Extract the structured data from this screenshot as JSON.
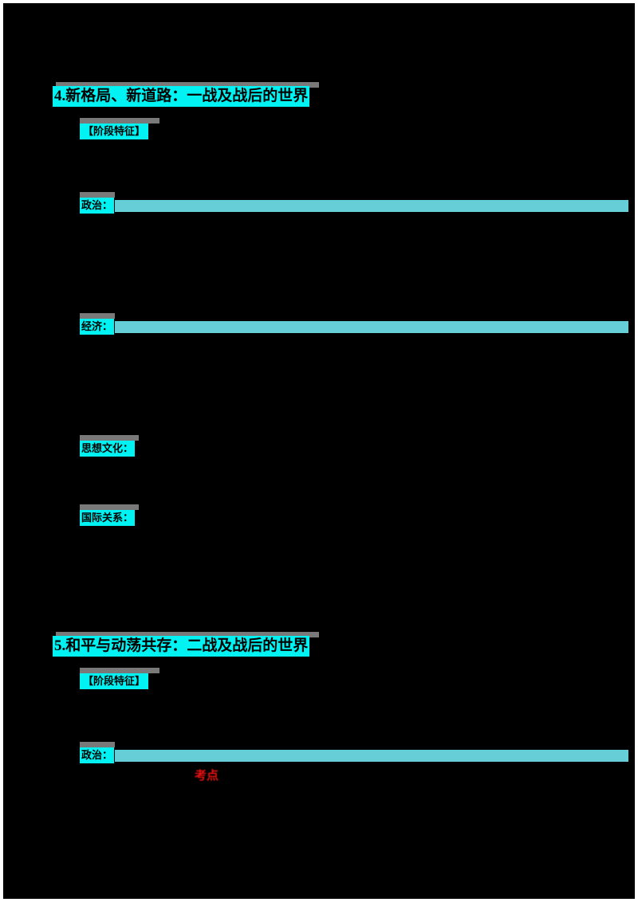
{
  "document": {
    "page_background": "#000000",
    "highlight_color": "#00F2F2",
    "bar_color": "#66CED6",
    "annotation_color": "#E81111",
    "sections": [
      {
        "heading": "4.新格局、新道路：一战及战后的世界",
        "items": [
          {
            "label": "【阶段特征】",
            "kind": "bracket",
            "has_bar": false
          },
          {
            "label": "政治：",
            "kind": "sublabel",
            "has_bar": true
          },
          {
            "label": "经济：",
            "kind": "sublabel",
            "has_bar": true
          },
          {
            "label": "思想文化：",
            "kind": "sublabel",
            "has_bar": false
          },
          {
            "label": "国际关系：",
            "kind": "sublabel",
            "has_bar": false
          }
        ]
      },
      {
        "heading": "5.和平与动荡共存：二战及战后的世界",
        "items": [
          {
            "label": "【阶段特征】",
            "kind": "bracket",
            "has_bar": false
          },
          {
            "label": "政治：",
            "kind": "sublabel",
            "has_bar": true
          }
        ]
      }
    ],
    "annotations": [
      {
        "text": "考点",
        "color": "#E81111"
      }
    ]
  }
}
